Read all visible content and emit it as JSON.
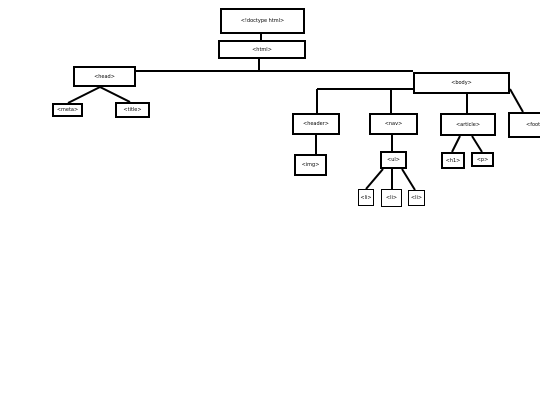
{
  "diagram": {
    "nodes": {
      "doctype": "<!doctype html>",
      "html": "<html>",
      "head": "<head>",
      "body": "<body>",
      "meta": "<meta>",
      "title": "<title>",
      "header": "<header>",
      "nav": "<nav>",
      "article": "<article>",
      "footer": "<footer>",
      "img": "<img>",
      "ul": "<ul>",
      "h1": "<h1>",
      "p": "<p>",
      "li_1": "<li>",
      "li_2": "<li>",
      "li_3": "<li>"
    },
    "edges": [
      [
        "doctype",
        "html"
      ],
      [
        "html",
        "head"
      ],
      [
        "html",
        "body"
      ],
      [
        "head",
        "meta"
      ],
      [
        "head",
        "title"
      ],
      [
        "body",
        "header"
      ],
      [
        "body",
        "nav"
      ],
      [
        "body",
        "article"
      ],
      [
        "body",
        "footer"
      ],
      [
        "header",
        "img"
      ],
      [
        "nav",
        "ul"
      ],
      [
        "ul",
        "li_1"
      ],
      [
        "ul",
        "li_2"
      ],
      [
        "ul",
        "li_3"
      ],
      [
        "article",
        "h1"
      ],
      [
        "article",
        "p"
      ]
    ],
    "line_color": "#000000",
    "background_color": "#ffffff"
  }
}
